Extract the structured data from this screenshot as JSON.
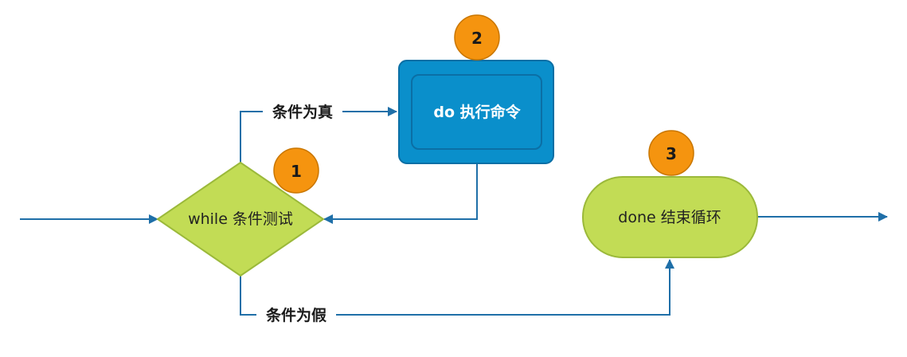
{
  "colors": {
    "edge": "#1f6fa8",
    "decision_fill": "#c2dc55",
    "decision_stroke": "#9bb93a",
    "process_fill": "#0a8fcb",
    "process_inner": "#0a8fcb",
    "process_stroke": "#0b6fa5",
    "terminal_fill": "#c2dc55",
    "terminal_stroke": "#9bb93a",
    "badge_fill": "#f5940f",
    "badge_stroke": "#c97600"
  },
  "nodes": {
    "decision": {
      "label": "while 条件测试",
      "shape": "diamond"
    },
    "process": {
      "label": "do 执行命令",
      "shape": "rounded-rectangle"
    },
    "terminal": {
      "label": "done 结束循环",
      "shape": "stadium"
    }
  },
  "badges": {
    "decision": "1",
    "process": "2",
    "terminal": "3"
  },
  "edges": {
    "true_label": "条件为真",
    "false_label": "条件为假"
  }
}
